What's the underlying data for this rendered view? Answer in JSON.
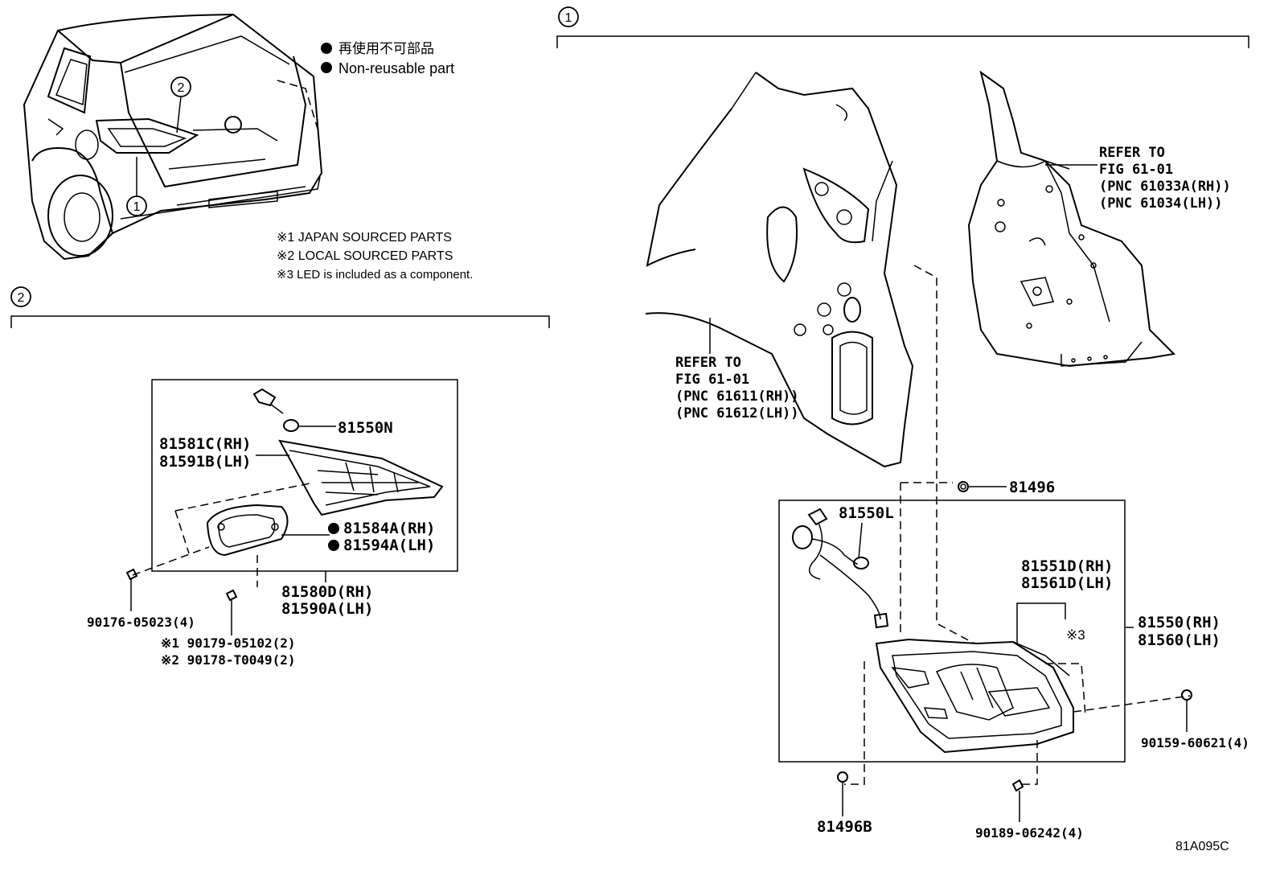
{
  "legend": {
    "japanese": "再使用不可部品",
    "english": "Non-reusable part"
  },
  "notes": [
    "※1 JAPAN SOURCED PARTS",
    "※2 LOCAL SOURCED PARTS",
    "※3 LED is included as a component."
  ],
  "callouts": {
    "one": "1",
    "two": "2"
  },
  "section2": {
    "parts": {
      "p81550N": "81550N",
      "p81581C": "81581C(RH)",
      "p81591B": "81591B(LH)",
      "p81584A": "81584A(RH)",
      "p81594A": "81594A(LH)",
      "p81580D": "81580D(RH)",
      "p81590A": "81590A(LH)",
      "p90176": "90176-05023(4)",
      "p90179": "※1 90179-05102(2)",
      "p90178": "※2 90178-T0049(2)"
    }
  },
  "section1": {
    "refer_left": [
      "REFER TO",
      "FIG 61-01",
      "(PNC 61611(RH))",
      "(PNC 61612(LH))"
    ],
    "refer_right": [
      "REFER TO",
      "FIG 61-01",
      "(PNC 61033A(RH))",
      "(PNC 61034(LH))"
    ],
    "parts": {
      "p81496": "81496",
      "p81550L": "81550L",
      "p81551D": "81551D(RH)",
      "p81561D": "81561D(LH)",
      "note3": "※3",
      "p81550": "81550(RH)",
      "p81560": "81560(LH)",
      "p90159": "90159-60621(4)",
      "p81496B": "81496B",
      "p90189": "90189-06242(4)"
    }
  },
  "figure_id": "81A095C"
}
